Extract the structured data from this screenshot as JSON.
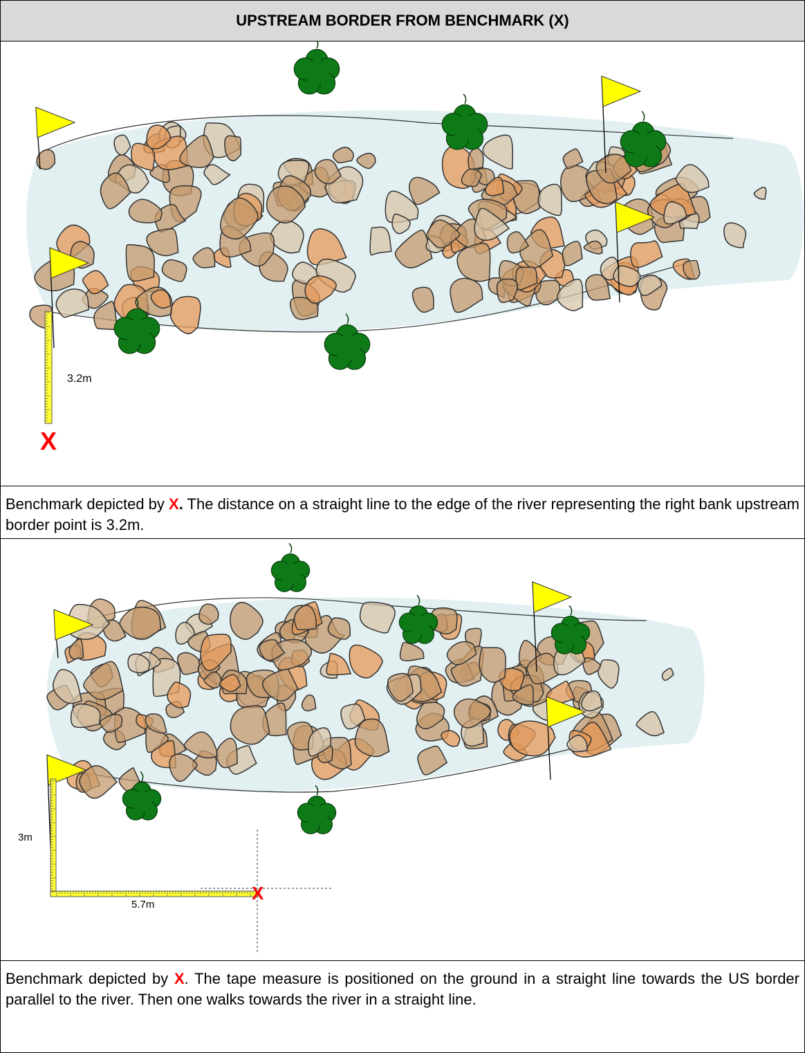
{
  "title": "UPSTREAM BORDER FROM BENCHMARK (X)",
  "panel1": {
    "distance_label": "3.2m",
    "benchmark_marker": "X"
  },
  "caption1": {
    "prefix": "Benchmark depicted by ",
    "x": "X",
    "x_suffix": ".",
    "rest": "  The distance on a straight line to the edge of the river representing the right bank upstream border point is 3.2m."
  },
  "panel2": {
    "vertical_label": "3m",
    "horizontal_label": "5.7m",
    "benchmark_marker": "X"
  },
  "caption2": {
    "prefix": "Benchmark depicted by ",
    "x": "X",
    "rest": ".  The tape measure is positioned on the ground in a straight line towards the US border parallel to the river.  Then one walks towards the river in a straight line."
  },
  "colors": {
    "water": "#e2f0f2",
    "rock_fill": "#c49a6c",
    "rock_light": "#d8c6aa",
    "rock_orange": "#e59a5a",
    "leaf": "#0d7a17",
    "flag": "#ffff00",
    "tape": "#ffff33",
    "marker": "#ff0000",
    "header_bg": "#d9d9d9"
  }
}
